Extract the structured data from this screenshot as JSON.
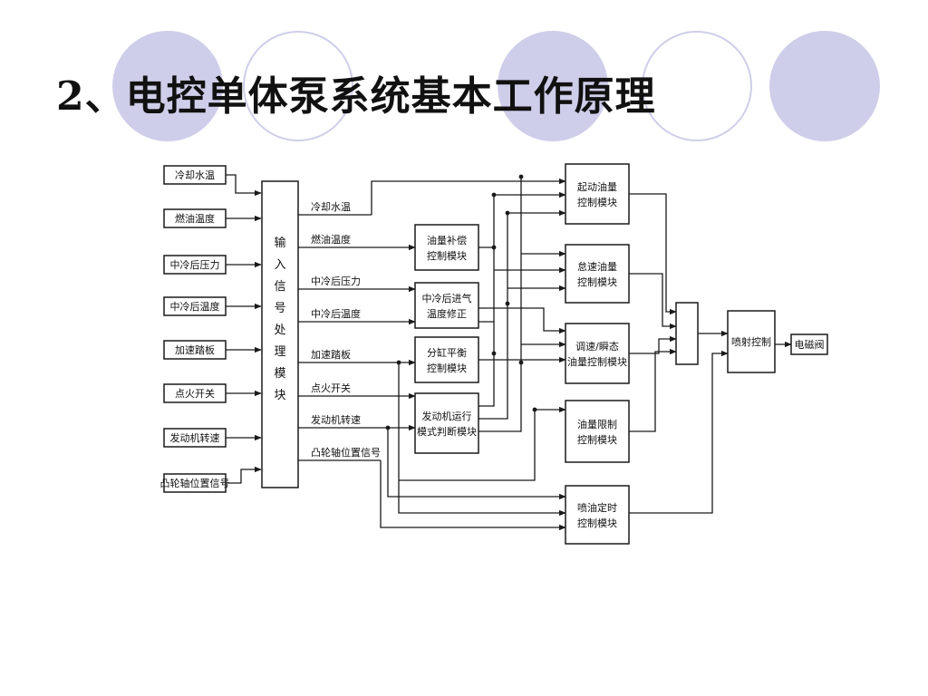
{
  "slide": {
    "title": "2、电控单体泵系统基本工作原理"
  },
  "colors": {
    "circle_fill": "#ceceea",
    "circle_outline": "#ceceea",
    "line": "#1a1a1a"
  },
  "diagram": {
    "sensors": [
      "冷却水温",
      "燃油温度",
      "中冷后压力",
      "中冷后温度",
      "加速踏板",
      "点火开关",
      "发动机转速",
      "凸轮轴位置信号"
    ],
    "processor": "输入信号处理模块",
    "signals": [
      "冷却水温",
      "燃油温度",
      "中冷后压力",
      "中冷后温度",
      "加速踏板",
      "点火开关",
      "发动机转速",
      "凸轮轴位置信号"
    ],
    "mid_modules": [
      [
        "油量补偿",
        "控制模块"
      ],
      [
        "中冷后进气",
        "温度修正"
      ],
      [
        "分缸平衡",
        "控制模块"
      ],
      [
        "发动机运行",
        "模式判断模块"
      ]
    ],
    "right_modules": [
      [
        "起动油量",
        "控制模块"
      ],
      [
        "怠速油量",
        "控制模块"
      ],
      [
        "调速/瞬态",
        "油量控制模块"
      ],
      [
        "油量限制",
        "控制模块"
      ],
      [
        "喷油定时",
        "控制模块"
      ]
    ],
    "injection_control": "喷射控制",
    "output": "电磁阀"
  }
}
